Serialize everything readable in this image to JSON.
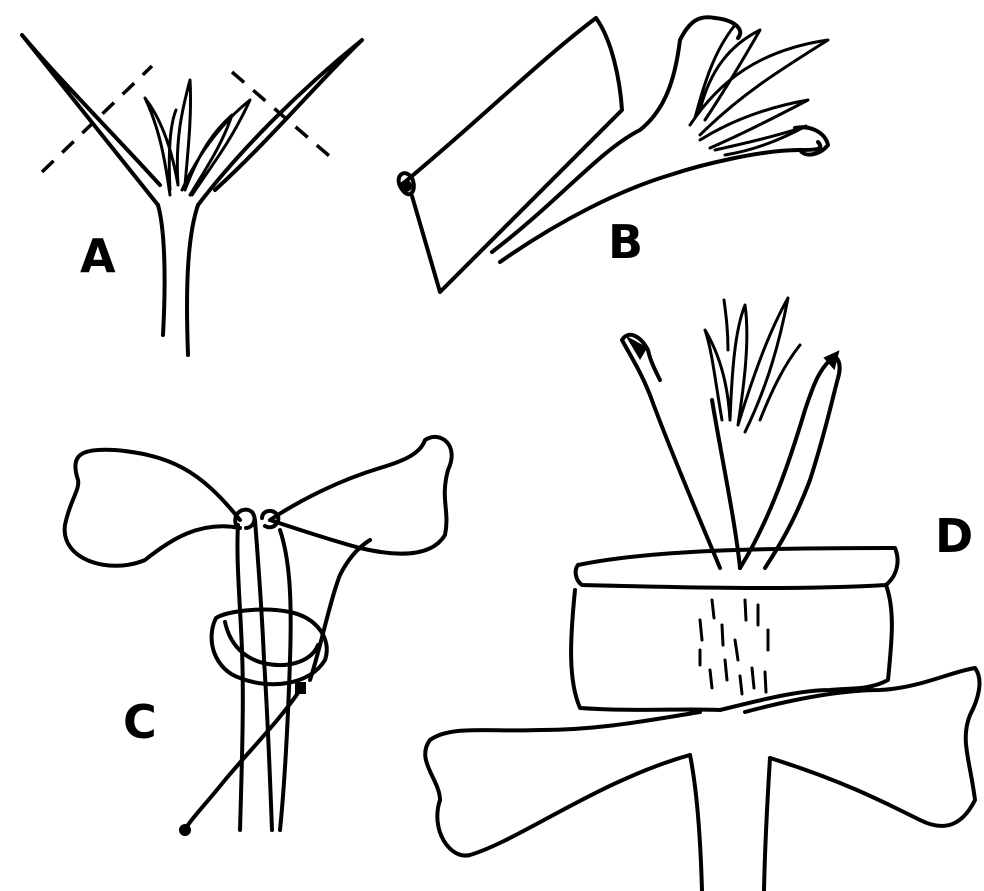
{
  "figure": {
    "panels": [
      {
        "id": "A",
        "label": "A"
      },
      {
        "id": "B",
        "label": "B"
      },
      {
        "id": "C",
        "label": "C"
      },
      {
        "id": "D",
        "label": "D"
      }
    ]
  }
}
